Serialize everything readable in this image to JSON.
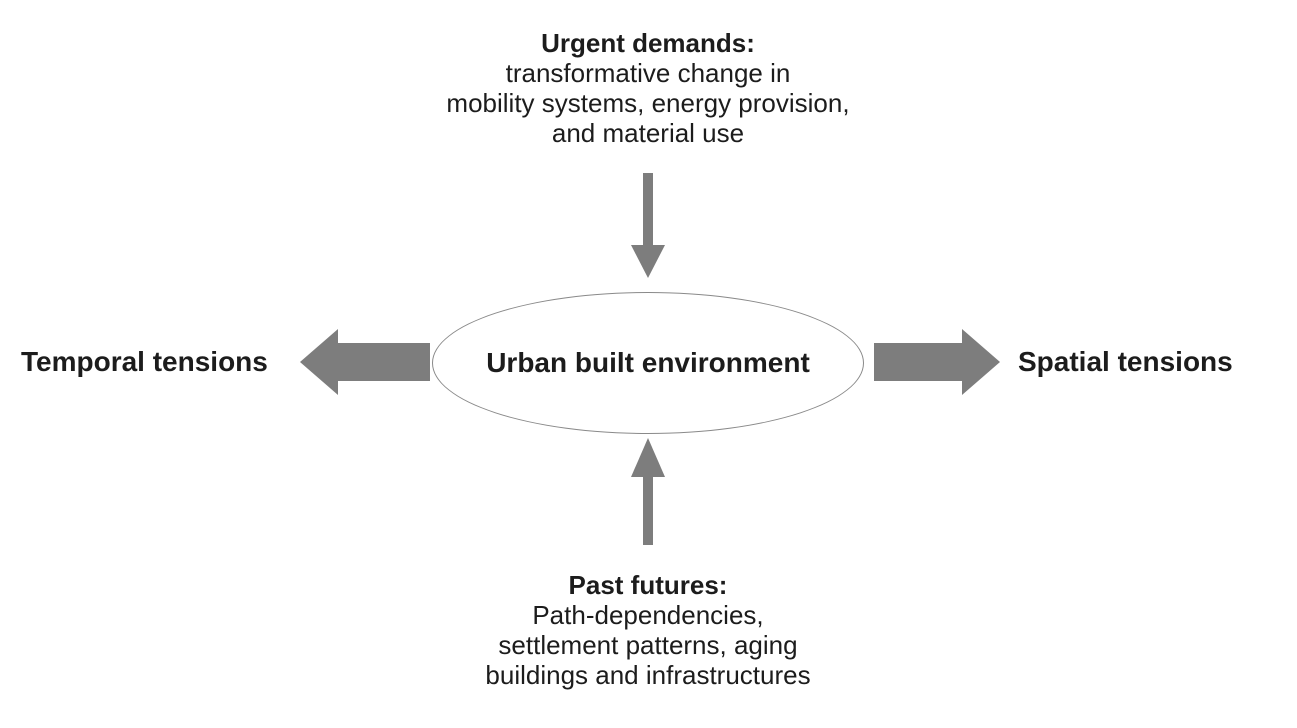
{
  "diagram": {
    "top_note": {
      "title": "Urgent demands:",
      "lines": [
        "transformative change in",
        "mobility systems, energy provision,",
        "and material use"
      ]
    },
    "center": {
      "label": "Urban built environment"
    },
    "left_label": "Temporal tensions",
    "right_label": "Spatial tensions",
    "bottom_note": {
      "title": "Past futures:",
      "lines": [
        "Path-dependencies,",
        "settlement patterns, aging",
        "buildings and infrastructures"
      ]
    },
    "colors": {
      "arrow": "#7d7d7d",
      "ellipse_border": "#8a8a8a",
      "text": "#1c1c1c",
      "background": "#ffffff"
    }
  }
}
